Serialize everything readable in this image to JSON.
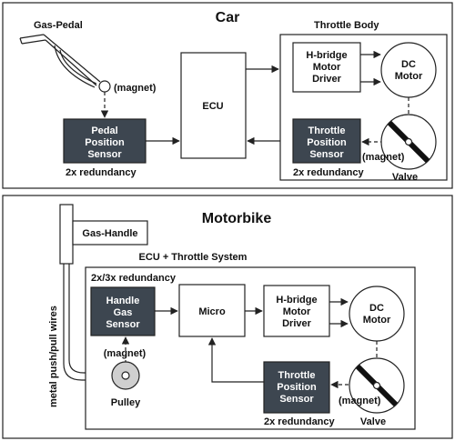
{
  "car": {
    "title": "Car",
    "gas_pedal_label": "Gas-Pedal",
    "magnet_label": "(magnet)",
    "pedal_sensor": [
      "Pedal",
      "Position",
      "Sensor"
    ],
    "pedal_redundancy": "2x redundancy",
    "ecu_label": "ECU",
    "throttle_body_label": "Throttle Body",
    "hbridge": [
      "H-bridge",
      "Motor",
      "Driver"
    ],
    "dc_motor": [
      "DC",
      "Motor"
    ],
    "throttle_sensor": [
      "Throttle",
      "Position",
      "Sensor"
    ],
    "throttle_redundancy": "2x redundancy",
    "valve_magnet_label": "(magnet)",
    "valve_label": "Valve"
  },
  "motorbike": {
    "title": "Motorbike",
    "gas_handle_label": "Gas-Handle",
    "wires_label": "metal push/pull wires",
    "system_label": "ECU + Throttle System",
    "handle_redundancy": "2x/3x redundancy",
    "handle_sensor": [
      "Handle",
      "Gas",
      "Sensor"
    ],
    "magnet_label": "(magnet)",
    "pulley_label": "Pulley",
    "micro_label": "Micro",
    "hbridge": [
      "H-bridge",
      "Motor",
      "Driver"
    ],
    "dc_motor": [
      "DC",
      "Motor"
    ],
    "throttle_sensor": [
      "Throttle",
      "Position",
      "Sensor"
    ],
    "throttle_redundancy": "2x redundancy",
    "valve_magnet_label": "(magnet)",
    "valve_label": "Valve"
  },
  "colors": {
    "sensor_fill": "#3d4650",
    "line": "#222222"
  }
}
